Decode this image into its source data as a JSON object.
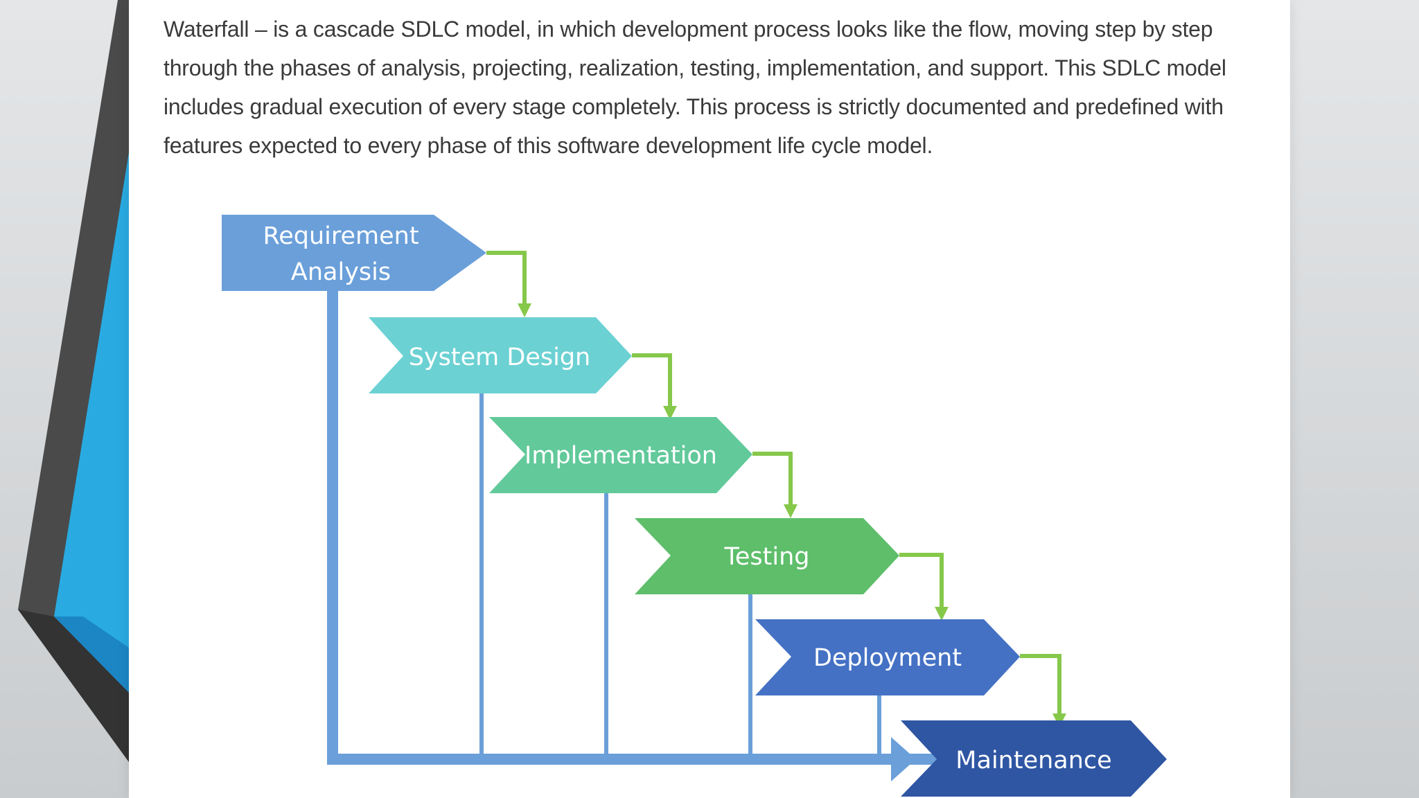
{
  "slide": {
    "description": "Waterfall – is a cascade SDLC model, in which development process looks like the flow, moving step by step through the phases of analysis, projecting, realization, testing, implementation, and support. This SDLC model includes gradual execution of every stage completely. This process is strictly documented and predefined with features expected to every phase of this software development life cycle model."
  },
  "diagram": {
    "stages": [
      {
        "line1": "Requirement",
        "line2": "Analysis",
        "color": "#6a9fd9"
      },
      {
        "label": "System Design",
        "color": "#6cd1d3"
      },
      {
        "label": "Implementation",
        "color": "#62c99a"
      },
      {
        "label": "Testing",
        "color": "#5ebe6a"
      },
      {
        "label": "Deployment",
        "color": "#4471c4"
      },
      {
        "label": "Maintenance",
        "color": "#2f56a3"
      }
    ],
    "colors": {
      "flow_arrow": "#86c84a",
      "feedback_line": "#6a9fd9",
      "accent_blue": "#29abe2",
      "accent_dark": "#4a4a4a"
    }
  }
}
